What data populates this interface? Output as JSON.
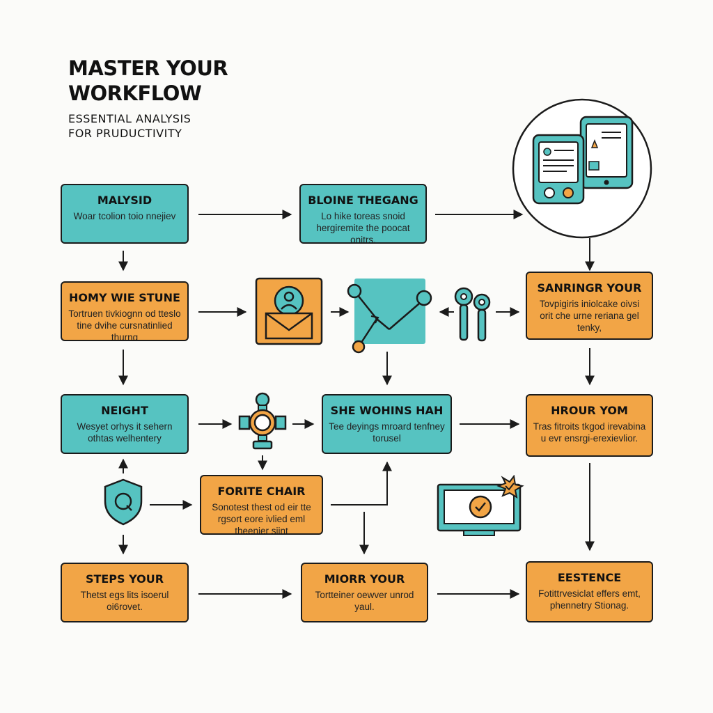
{
  "header": {
    "title_line1": "MASTER YOUR",
    "title_line2": "WORKFLOW",
    "subtitle_line1": "ESSENTIAL ANALYSIS",
    "subtitle_line2": "FOR PRUDUCTIVITY"
  },
  "boxes": {
    "malysid": {
      "title": "MALYSID",
      "body": "Woar tcolion toio nnejiev"
    },
    "bloine": {
      "title": "BLOINE THEGANG",
      "body": "Lo hike toreas snoid hergiremite the poocat onitrs."
    },
    "homy": {
      "title": "HOMY WIE STUNE",
      "body": "Tortruen tivkiognn od tteslo tine dvihe cursnatinlied thurng"
    },
    "sanring": {
      "title": "SANRINGR YOUR",
      "body": "Tovpigiris iniolcake oivsi orit che urne reriana gel tenky,"
    },
    "night": {
      "title": "NEIGHT",
      "body": "Wesyet orhys it sehern othtas welhentery"
    },
    "she": {
      "title": "SHE WOHINS HAH",
      "body": "Tee deyings mroard tenfney torusel"
    },
    "hrour": {
      "title": "HROUR YOM",
      "body": "Tras fitroits tkgod irevabina u evr ensrgi-erexievlior."
    },
    "forite": {
      "title": "FORITE CHAIR",
      "body": "Sonotest thest od eir tte rgsort eore ivlied eml theenier siint"
    },
    "steps": {
      "title": "STEPS YOUR",
      "body": "Thetst egs lits isoerul oi6rovet."
    },
    "miorr": {
      "title": "MIORR YOUR",
      "body": "Tortteiner oewver unrod yaul."
    },
    "estence": {
      "title": "EESTENCE",
      "body": "Fotittrvesiclat effers emt, phennetry Stionag."
    }
  },
  "colors": {
    "teal": "#56c3c1",
    "orange": "#f2a546",
    "outline": "#1b1b1b",
    "background": "#fbfbf9"
  },
  "icons": [
    "devices-icon",
    "envelope-user-icon",
    "network-graph-icon",
    "microphones-icon",
    "gear-hub-icon",
    "shield-icon",
    "monitor-check-icon"
  ]
}
